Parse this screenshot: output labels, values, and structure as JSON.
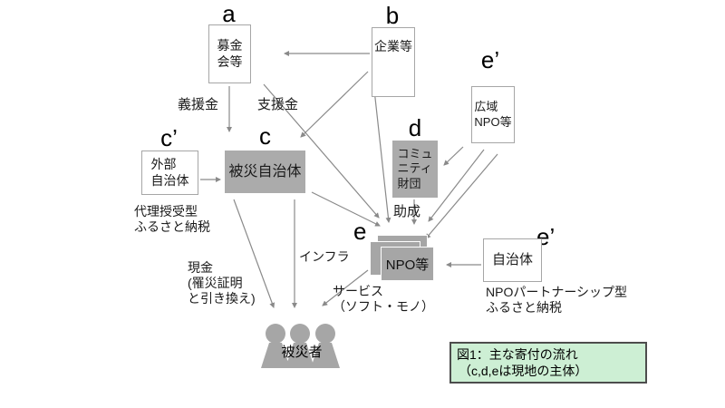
{
  "figure": {
    "nodes": {
      "fundraising": {
        "tag": "a",
        "label": "募金\n会等"
      },
      "companies": {
        "tag": "b",
        "label": "企業等"
      },
      "wide_area_npo": {
        "tag": "e’",
        "label": "広域\nNPO等"
      },
      "external_municipality": {
        "tag": "c’",
        "label": "外部\n自治体"
      },
      "affected_municipality": {
        "tag": "c",
        "label": "被災自治体"
      },
      "community_foundation": {
        "tag": "d",
        "label": "コミュ\nニティ\n財団"
      },
      "npo": {
        "tag": "e",
        "label": "NPO等"
      },
      "municipality": {
        "tag": "e’",
        "label": "自治体"
      },
      "victims": {
        "label": "被災者"
      }
    },
    "flow_labels": {
      "gienkin": "義援金",
      "shienkin": "支援金",
      "proxy_furusato_tax": "代理授受型\nふるさと納税",
      "cash": "現金\n(罹災証明\nと引き換え)",
      "infrastructure": "インフラ",
      "grant": "助成",
      "service": "サービス\n（ソフト・モノ）",
      "npo_partnership_furusato_tax": "NPOパートナーシップ型\nふるさと納税"
    },
    "legend": {
      "line1": "図1：主な寄付の流れ",
      "line2": "（c,d,eは現地の主体）"
    },
    "colors": {
      "node_fill_gray": "#ababab",
      "npo_stack_gray": "#a6a6a6",
      "legend_fill_green": "#cdefd4",
      "legend_border": "#4d4d4d",
      "arrow_gray": "#8a8a8a",
      "box_border_gray": "#a6a6a6",
      "person_gray": "#a6a6a6"
    }
  }
}
